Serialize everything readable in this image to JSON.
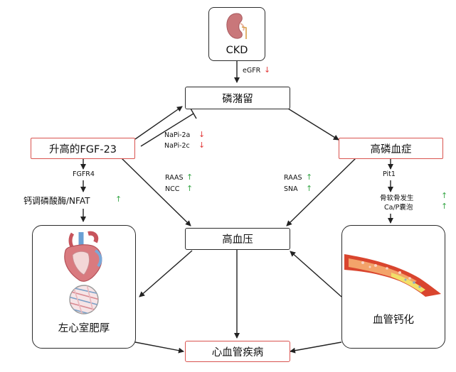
{
  "nodes": {
    "ckd": "CKD",
    "retention": "磷潴留",
    "fgf23": "升高的FGF-23",
    "hyperphos": "高磷血症",
    "hypertension": "高血压",
    "lvh": "左心室肥厚",
    "calcification": "血管钙化",
    "cvd": "心血管疾病"
  },
  "labels": {
    "egfr": "eGFR",
    "napi2a": "NaPi-2a",
    "napi2c": "NaPi-2c",
    "fgfr4": "FGFR4",
    "calcineurin": "钙调磷酸酶/NFAT",
    "raas_left": "RAAS",
    "ncc": "NCC",
    "raas_right": "RAAS",
    "sna": "SNA",
    "pit1": "Pit1",
    "osteo": "骨软骨发生",
    "cap": "Ca/P囊泡"
  },
  "indicators": {
    "down": "↓",
    "up": "↑"
  },
  "colors": {
    "red_border": "#d9534f",
    "dark_border": "#2b2b2b",
    "up_arrow": "#3aa84a",
    "down_arrow": "#e23b3b"
  },
  "icons": [
    "kidney-icon",
    "heart-icon",
    "myocardium-tissue-icon",
    "calcified-vessel-icon"
  ]
}
